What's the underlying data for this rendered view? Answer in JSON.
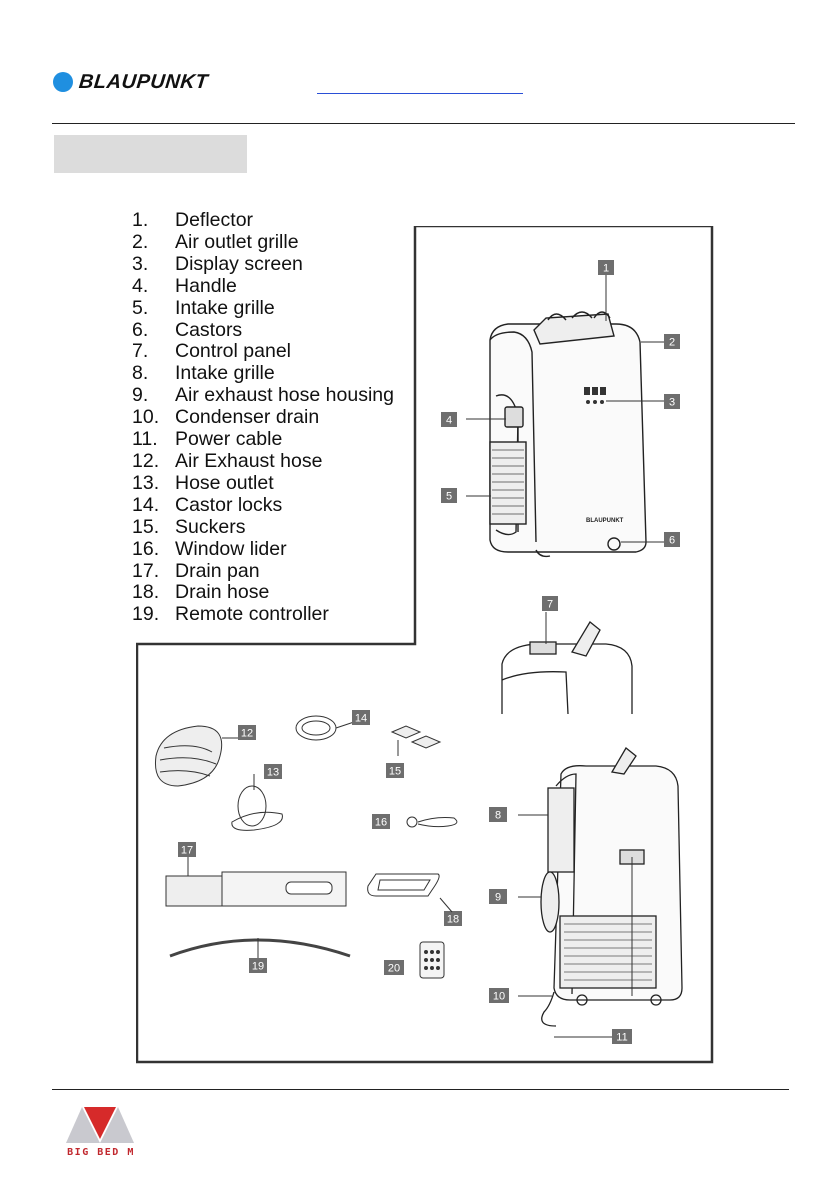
{
  "header": {
    "brand": "BLAUPUNKT",
    "brand_color": "#1f8fe0"
  },
  "parts": [
    {
      "num": "1.",
      "label": "Deflector"
    },
    {
      "num": "2.",
      "label": "Air outlet grille"
    },
    {
      "num": "3.",
      "label": "Display screen"
    },
    {
      "num": "4.",
      "label": "Handle"
    },
    {
      "num": "5.",
      "label": "Intake grille"
    },
    {
      "num": "6.",
      "label": "Castors"
    },
    {
      "num": "7.",
      "label": "Control panel"
    },
    {
      "num": "8.",
      "label": "Intake grille"
    },
    {
      "num": "9.",
      "label": "Air exhaust hose housing"
    },
    {
      "num": "10.",
      "label": "Condenser drain"
    },
    {
      "num": "11.",
      "label": "Power cable"
    },
    {
      "num": "12.",
      "label": "Air Exhaust hose"
    },
    {
      "num": "13.",
      "label": "Hose outlet"
    },
    {
      "num": "14.",
      "label": "Castor locks"
    },
    {
      "num": "15.",
      "label": "Suckers"
    },
    {
      "num": "16.",
      "label": "Window lider"
    },
    {
      "num": "17.",
      "label": "Drain pan"
    },
    {
      "num": "18.",
      "label": "Drain hose"
    },
    {
      "num": "19.",
      "label": "Remote controller"
    }
  ],
  "callouts": [
    "1",
    "2",
    "3",
    "4",
    "5",
    "6",
    "7",
    "8",
    "9",
    "10",
    "11",
    "12",
    "13",
    "14",
    "15",
    "16",
    "17",
    "18",
    "19",
    "20"
  ],
  "unit_logo": "BLAUPUNKT",
  "footer": {
    "logo_text": "BIG BED M",
    "logo_color": "#c1272d"
  }
}
